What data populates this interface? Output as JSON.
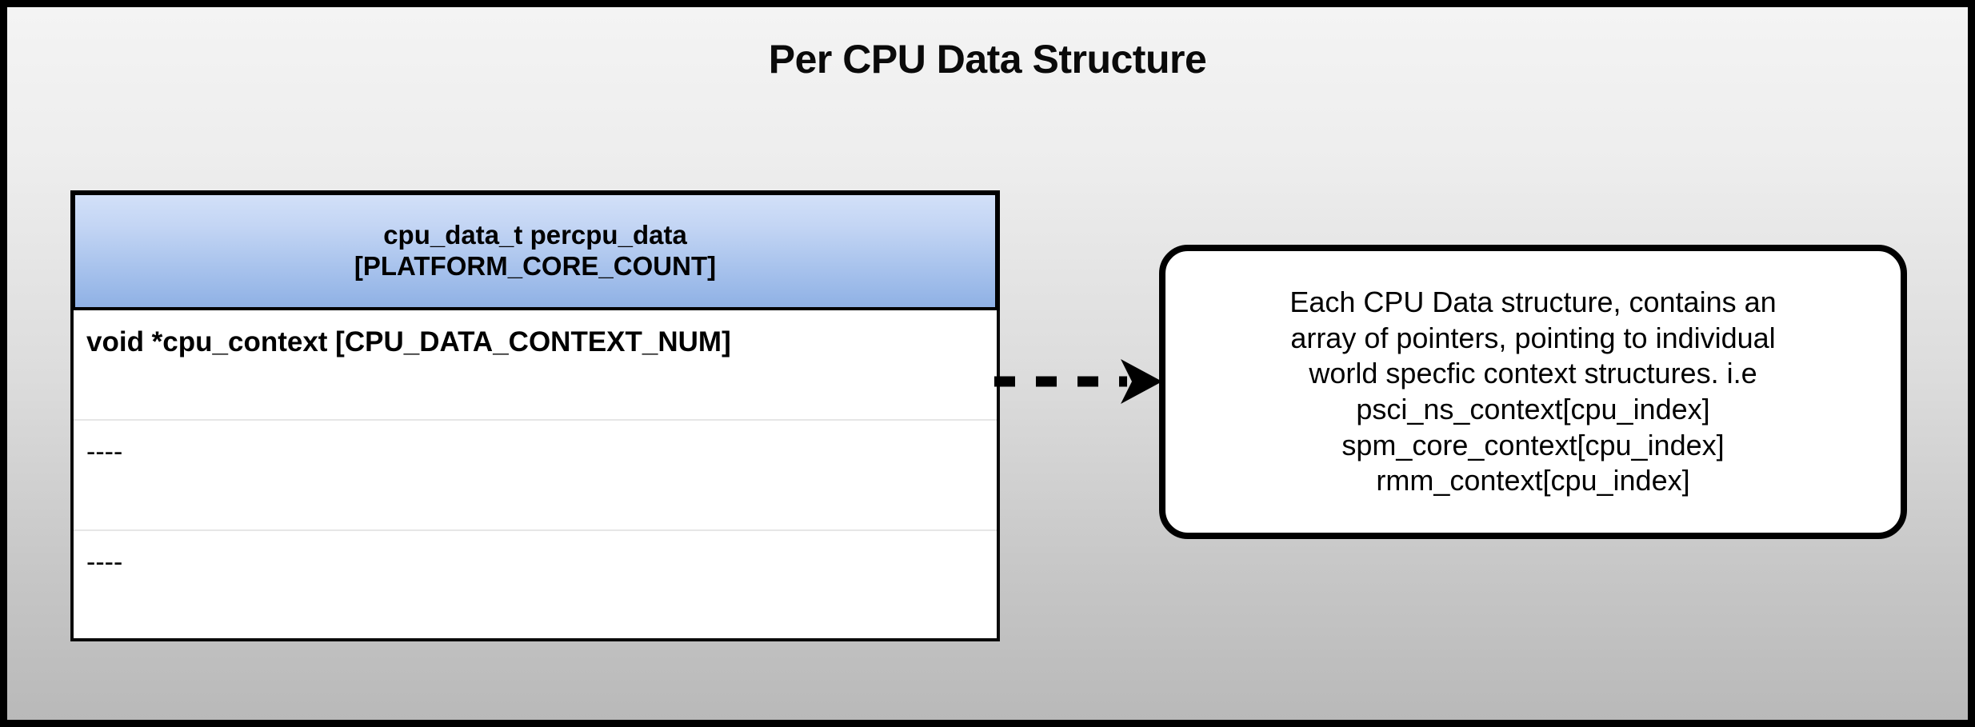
{
  "page": {
    "title": "Per CPU Data Structure",
    "background_top_color": "#f4f4f4",
    "background_bottom_color": "#b9b9b9",
    "frame_border_color": "#000000"
  },
  "struct_table": {
    "header": {
      "line1": "cpu_data_t percpu_data",
      "line2": "[PLATFORM_CORE_COUNT]",
      "gradient_top_color": "#d2e0f8",
      "gradient_bottom_color": "#8fb1e5",
      "border_color": "#000000"
    },
    "rows": [
      {
        "text": "void *cpu_context [CPU_DATA_CONTEXT_NUM]",
        "bold": true
      },
      {
        "text": "----",
        "bold": false
      },
      {
        "text": "----",
        "bold": false
      }
    ]
  },
  "connector": {
    "style": "dashed",
    "direction": "right",
    "color": "#000000",
    "name": "dashed-arrow"
  },
  "callout": {
    "lines": [
      "Each CPU Data structure, contains an",
      "array of pointers, pointing to individual",
      "world specfic context structures. i.e",
      "psci_ns_context[cpu_index]",
      "spm_core_context[cpu_index]",
      "rmm_context[cpu_index]"
    ],
    "border_color": "#000000",
    "fill_color": "#ffffff"
  }
}
